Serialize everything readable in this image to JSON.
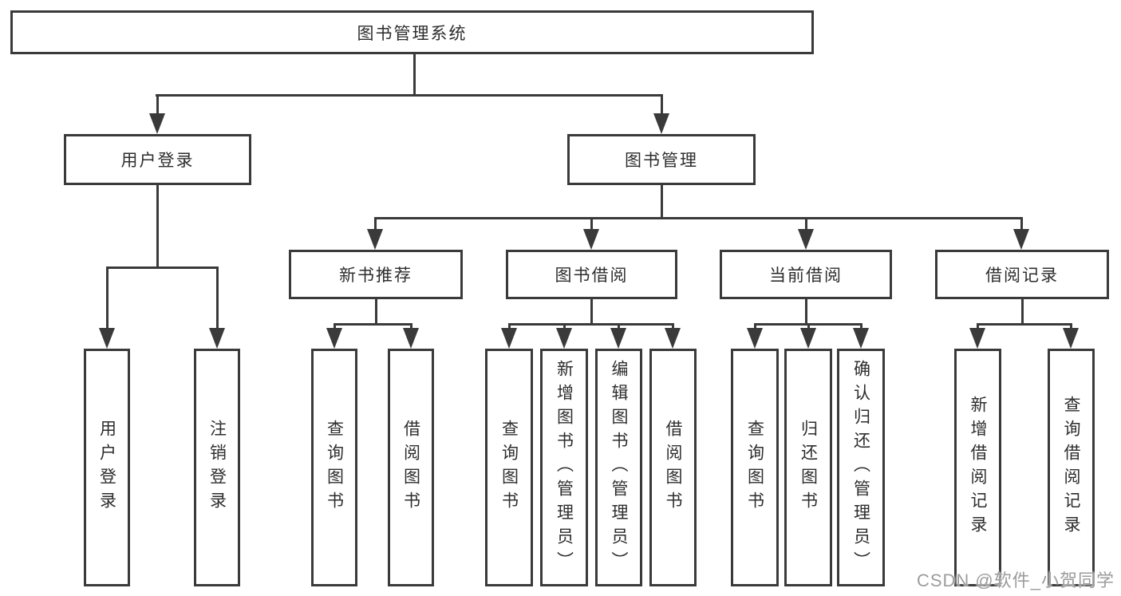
{
  "colors": {
    "line": "#3a3a3a",
    "text": "#2d2d2d",
    "watermark": "#9c9c9c",
    "background": "#ffffff"
  },
  "watermark": {
    "text": "CSDN @软件_小贺同学"
  },
  "nodes": {
    "root": "图书管理系统",
    "level2": {
      "user_login": "用户登录",
      "book_mgmt": "图书管理"
    },
    "level3": {
      "new_book": "新书推荐",
      "book_borrow": "图书借阅",
      "current_borrow": "当前借阅",
      "borrow_records": "借阅记录"
    },
    "leaves": {
      "user_login": [
        "用户登录",
        "注销登录"
      ],
      "new_book": [
        "查询图书",
        "借阅图书"
      ],
      "book_borrow": [
        "查询图书",
        "新增图书（管理员）",
        "编辑图书（管理员）",
        "借阅图书"
      ],
      "current_borrow": [
        "查询图书",
        "归还图书",
        "确认归还（管理员）"
      ],
      "borrow_records": [
        "新增借阅记录",
        "查询借阅记录"
      ]
    }
  }
}
